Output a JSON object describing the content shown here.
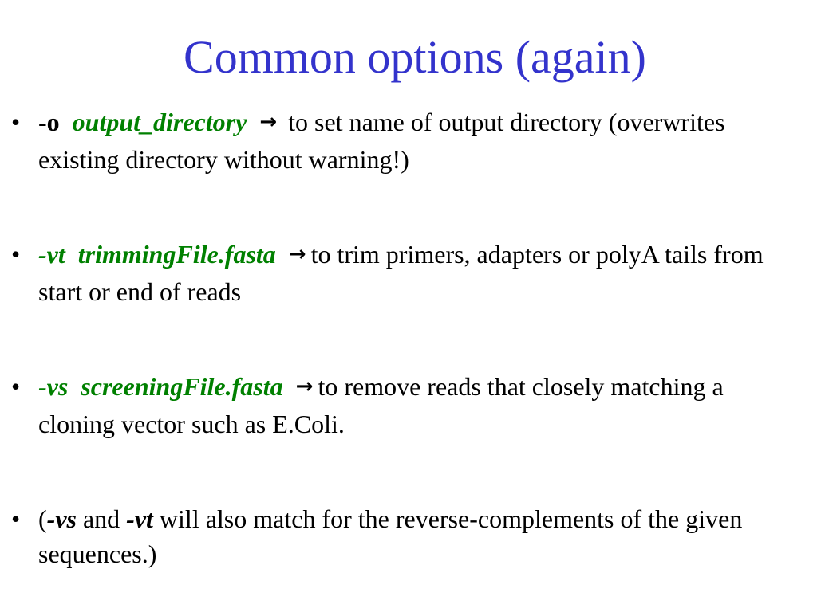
{
  "slide": {
    "title": "Common options (again)",
    "bullet_glyph": "•",
    "arrow_glyph": "→",
    "items": [
      {
        "flag": "-o",
        "argument": "output_directory",
        "description": "to set name of output directory (overwrites existing directory without warning!)"
      },
      {
        "flag_dash": "-",
        "flag_letters": "vt",
        "argument": "trimmingFile.fasta",
        "description": "to trim primers, adapters or polyA tails from start or end of reads"
      },
      {
        "flag_dash": "-",
        "flag_letters": "vs",
        "argument": "screeningFile.fasta",
        "description": "to remove reads that closely matching a cloning vector such as E.Coli."
      },
      {
        "open_paren": "(",
        "flag_1": "-vs",
        "connector": "and",
        "flag_2": "-vt",
        "description": "will also match for the reverse-complements of the given sequences.)"
      }
    ]
  },
  "colors": {
    "title": "#3333cc",
    "highlight_green": "#008000",
    "body_text": "#000000",
    "background": "#ffffff"
  }
}
